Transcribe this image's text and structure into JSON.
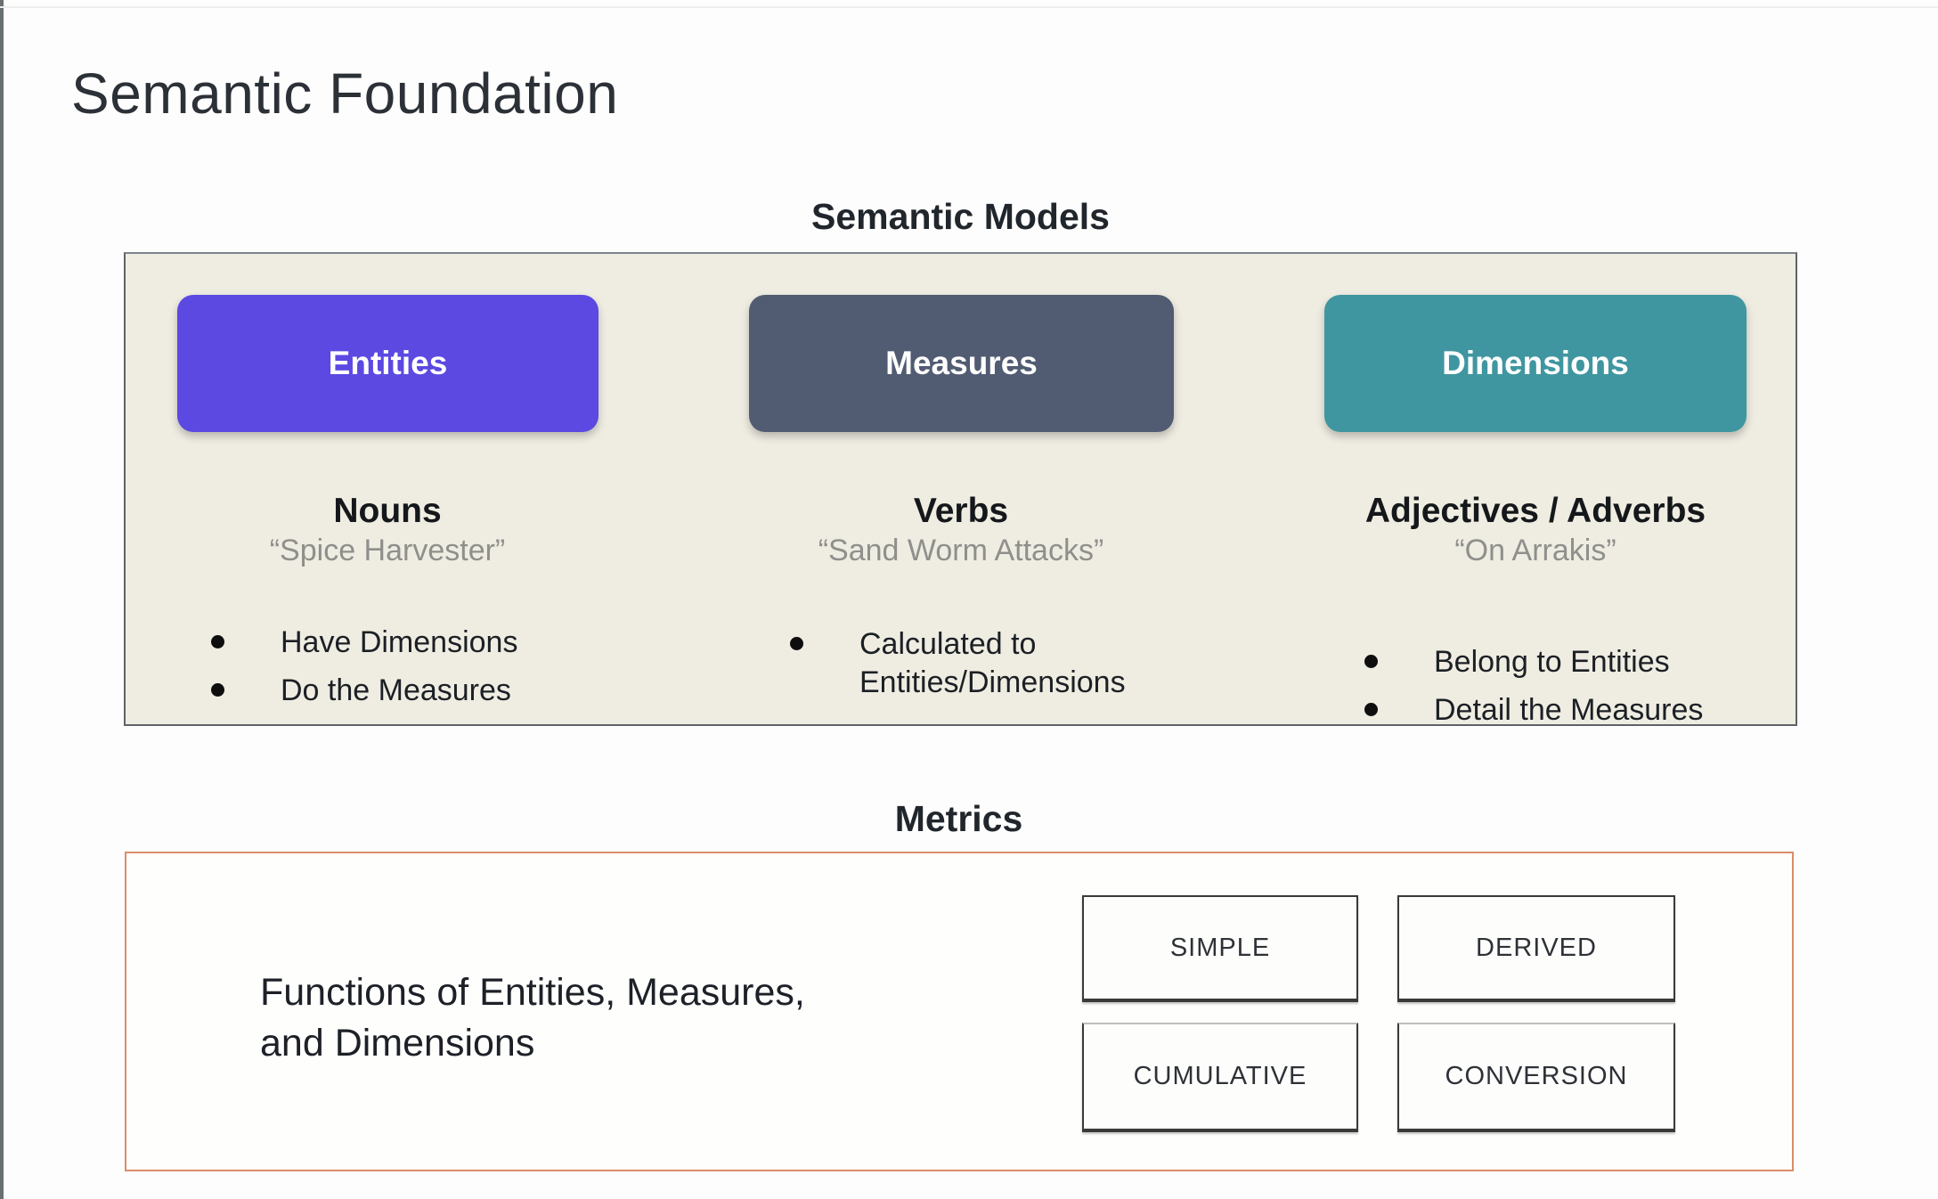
{
  "slide": {
    "title": "Semantic Foundation"
  },
  "semantic_models": {
    "heading": "Semantic Models",
    "panel_background": "#EFEDE2",
    "columns": [
      {
        "name": "Entities",
        "color": "#5B49E2",
        "role": "Nouns",
        "example": "“Spice Harvester”",
        "bullets": [
          "Have Dimensions",
          "Do the Measures"
        ]
      },
      {
        "name": "Measures",
        "color": "#515C72",
        "role": "Verbs",
        "example": "“Sand Worm Attacks”",
        "bullets": [
          "Calculated to Entities/Dimensions"
        ]
      },
      {
        "name": "Dimensions",
        "color": "#3F96A0",
        "role": "Adjectives / Adverbs",
        "example": "“On Arrakis”",
        "bullets": [
          "Belong to Entities",
          "Detail the Measures"
        ]
      }
    ]
  },
  "metrics": {
    "heading": "Metrics",
    "accent_border": "#DB8C6D",
    "description_lines": [
      "Functions of Entities, Measures,",
      "and Dimensions"
    ],
    "types": [
      "SIMPLE",
      "DERIVED",
      "CUMULATIVE",
      "CONVERSION"
    ]
  }
}
